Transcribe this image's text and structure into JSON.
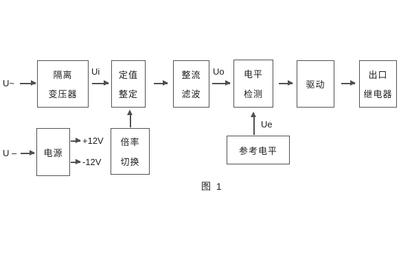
{
  "figure": {
    "caption": "图 1",
    "colors": {
      "background": "#ffffff",
      "line": "#4f4f4f",
      "text": "#1c1c1c"
    },
    "signal_labels": {
      "ac_input": "U~",
      "dc_input": "U –",
      "ui": "Ui",
      "uo": "Uo",
      "ue": "Ue",
      "rail_pos": "+12V",
      "rail_neg": "-12V"
    },
    "blocks": {
      "isolation_transformer": {
        "line1": "隔离",
        "line2": "变压器"
      },
      "setting": {
        "line1": "定值",
        "line2": "整定"
      },
      "rectifier_filter": {
        "line1": "整流",
        "line2": "滤波"
      },
      "level_detection": {
        "line1": "电平",
        "line2": "检测"
      },
      "drive": {
        "line1": "驱动"
      },
      "output_relay": {
        "line1": "出口",
        "line2": "继电器"
      },
      "power_supply": {
        "line1": "电源"
      },
      "ratio_switch": {
        "line1": "倍率",
        "line2": "切换"
      },
      "reference_level": {
        "line1": "参考电平"
      }
    }
  }
}
